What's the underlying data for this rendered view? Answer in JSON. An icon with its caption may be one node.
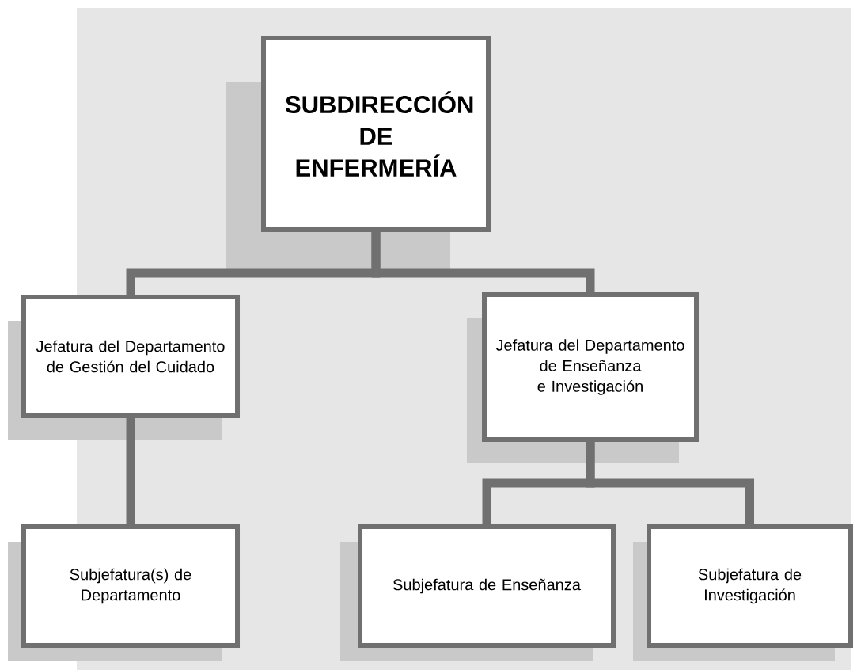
{
  "diagram": {
    "nodes": [
      {
        "text": [
          "SUBDIRECCIÓN DE ENFERMERÍA"
        ]
      },
      {
        "text": [
          "Jefatura del Departamento de Gestión del Cuidado"
        ]
      },
      {
        "text": [
          "Jefatura del Departamento de Enseñanza e Investigación"
        ]
      },
      {
        "text": [
          "Subjefatura(s) de Departamento"
        ]
      },
      {
        "text": [
          "Subjefatura de Enseñanza"
        ]
      },
      {
        "text": [
          "Subjefatura de Investigación"
        ]
      }
    ],
    "edges": [
      {
        "from": 0,
        "to": 1,
        "arrow": "none"
      },
      {
        "from": 0,
        "to": 2,
        "arrow": "none"
      },
      {
        "from": 1,
        "to": 3,
        "arrow": "none"
      },
      {
        "from": 2,
        "to": 4,
        "arrow": "none"
      },
      {
        "from": 2,
        "to": 5,
        "arrow": "none"
      }
    ]
  }
}
